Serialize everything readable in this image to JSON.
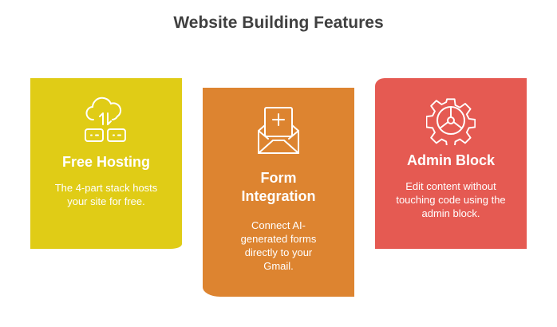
{
  "title": "Website Building Features",
  "colors": {
    "hosting": "#E0CC16",
    "form": "#DD8430",
    "admin": "#E55A52"
  },
  "cards": [
    {
      "icon": "cloud-server-icon",
      "title": "Free Hosting",
      "text": "The 4-part stack hosts your site for free."
    },
    {
      "icon": "mail-plus-icon",
      "title": "Form Integration",
      "text": "Connect AI-generated forms directly to your Gmail."
    },
    {
      "icon": "gear-icon",
      "title": "Admin Block",
      "text": "Edit content without touching code using the admin block."
    }
  ]
}
